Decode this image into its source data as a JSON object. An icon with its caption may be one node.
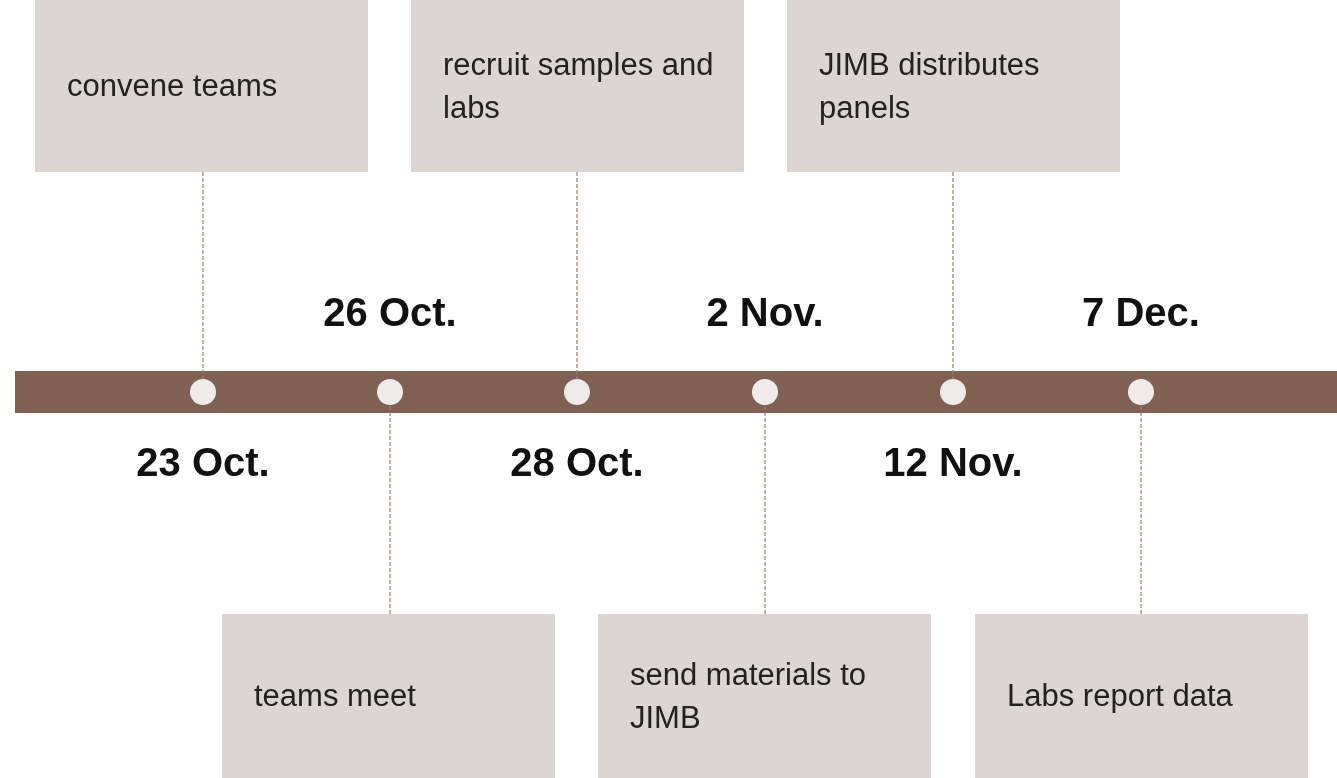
{
  "diagram": {
    "nodes": [
      {
        "text": [
          "convene teams"
        ]
      },
      {
        "text": [
          "recruit samples and labs"
        ]
      },
      {
        "text": [
          "JIMB distributes panels"
        ]
      },
      {
        "text": [],
        "shape": "circle",
        "beside": [
          "23 Oct."
        ]
      },
      {
        "text": [],
        "shape": "circle",
        "beside": [
          "26 Oct."
        ]
      },
      {
        "text": [],
        "shape": "circle",
        "beside": [
          "28 Oct."
        ]
      },
      {
        "text": [],
        "shape": "circle",
        "beside": [
          "2 Nov."
        ]
      },
      {
        "text": [],
        "shape": "circle",
        "beside": [
          "12 Nov."
        ]
      },
      {
        "text": [],
        "shape": "circle",
        "beside": [
          "7 Dec."
        ]
      },
      {
        "text": [
          "teams meet"
        ]
      },
      {
        "text": [
          "send materials to JIMB"
        ]
      },
      {
        "text": [
          "Labs report data"
        ]
      }
    ],
    "edges": [
      {
        "from": 0,
        "to": 3,
        "arrow": "none",
        "style": "dashed"
      },
      {
        "from": 1,
        "to": 5,
        "arrow": "none",
        "style": "dashed"
      },
      {
        "from": 2,
        "to": 7,
        "arrow": "none",
        "style": "dashed"
      },
      {
        "from": 9,
        "to": 4,
        "arrow": "none",
        "style": "dashed"
      },
      {
        "from": 10,
        "to": 6,
        "arrow": "none",
        "style": "dashed"
      },
      {
        "from": 11,
        "to": 8,
        "arrow": "none",
        "style": "dashed"
      }
    ]
  }
}
